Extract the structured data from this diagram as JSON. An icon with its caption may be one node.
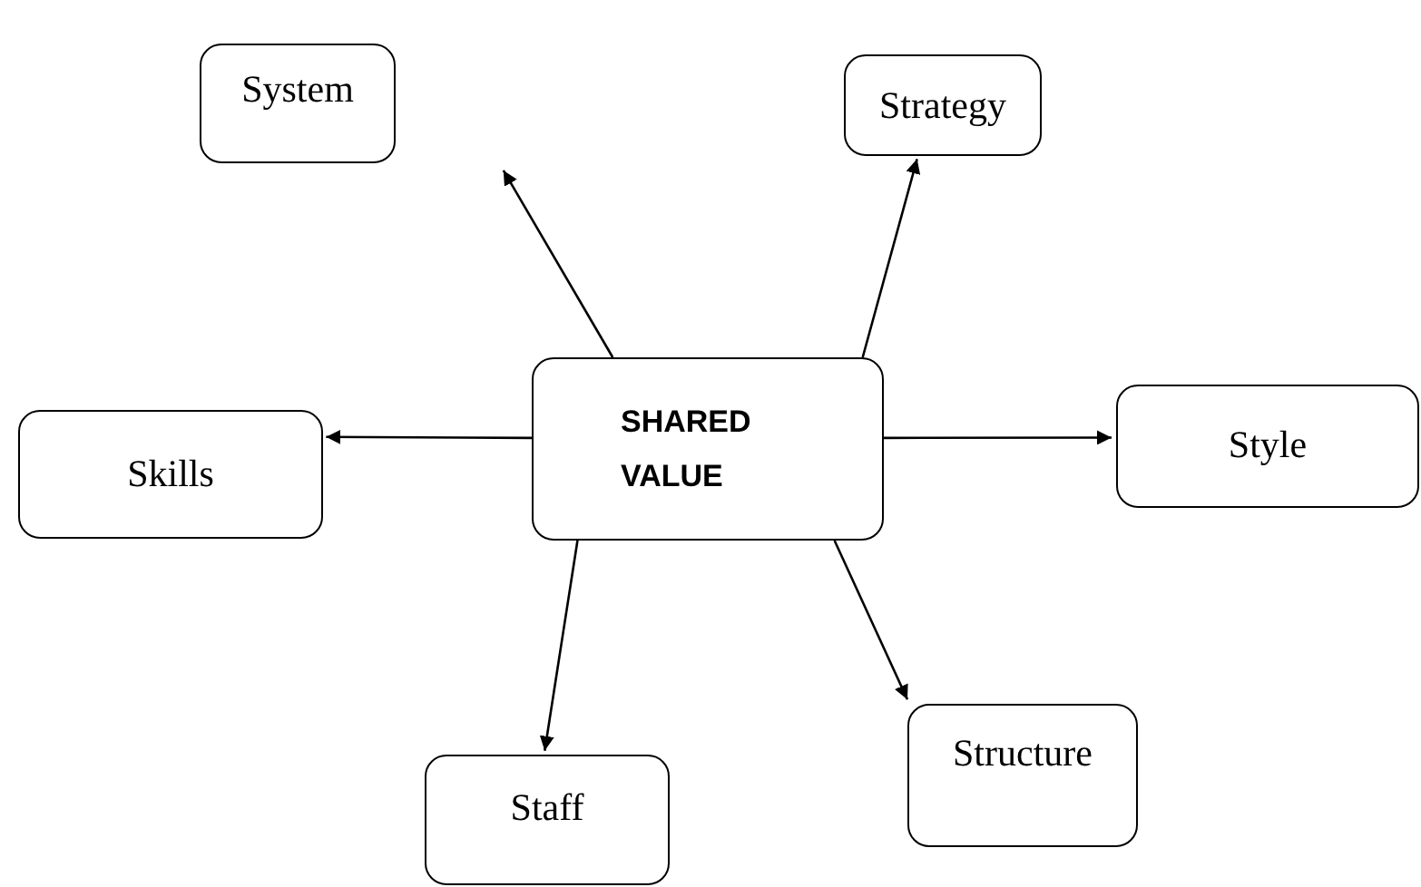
{
  "diagram": {
    "nodes": [
      {
        "text": [
          "System"
        ]
      },
      {
        "text": [
          "Strategy"
        ]
      },
      {
        "text": [
          "Skills"
        ]
      },
      {
        "text": [
          "SHARED VALUE"
        ]
      },
      {
        "text": [
          "Style"
        ]
      },
      {
        "text": [
          "Structure"
        ]
      },
      {
        "text": [
          "Staff"
        ]
      }
    ],
    "edges": [
      {
        "from": 3,
        "to": 0,
        "arrow": "to"
      },
      {
        "from": 3,
        "to": 1,
        "arrow": "to"
      },
      {
        "from": 3,
        "to": 2,
        "arrow": "to"
      },
      {
        "from": 3,
        "to": 4,
        "arrow": "to"
      },
      {
        "from": 3,
        "to": 6,
        "arrow": "to"
      },
      {
        "from": 3,
        "to": 5,
        "arrow": "to"
      }
    ]
  }
}
